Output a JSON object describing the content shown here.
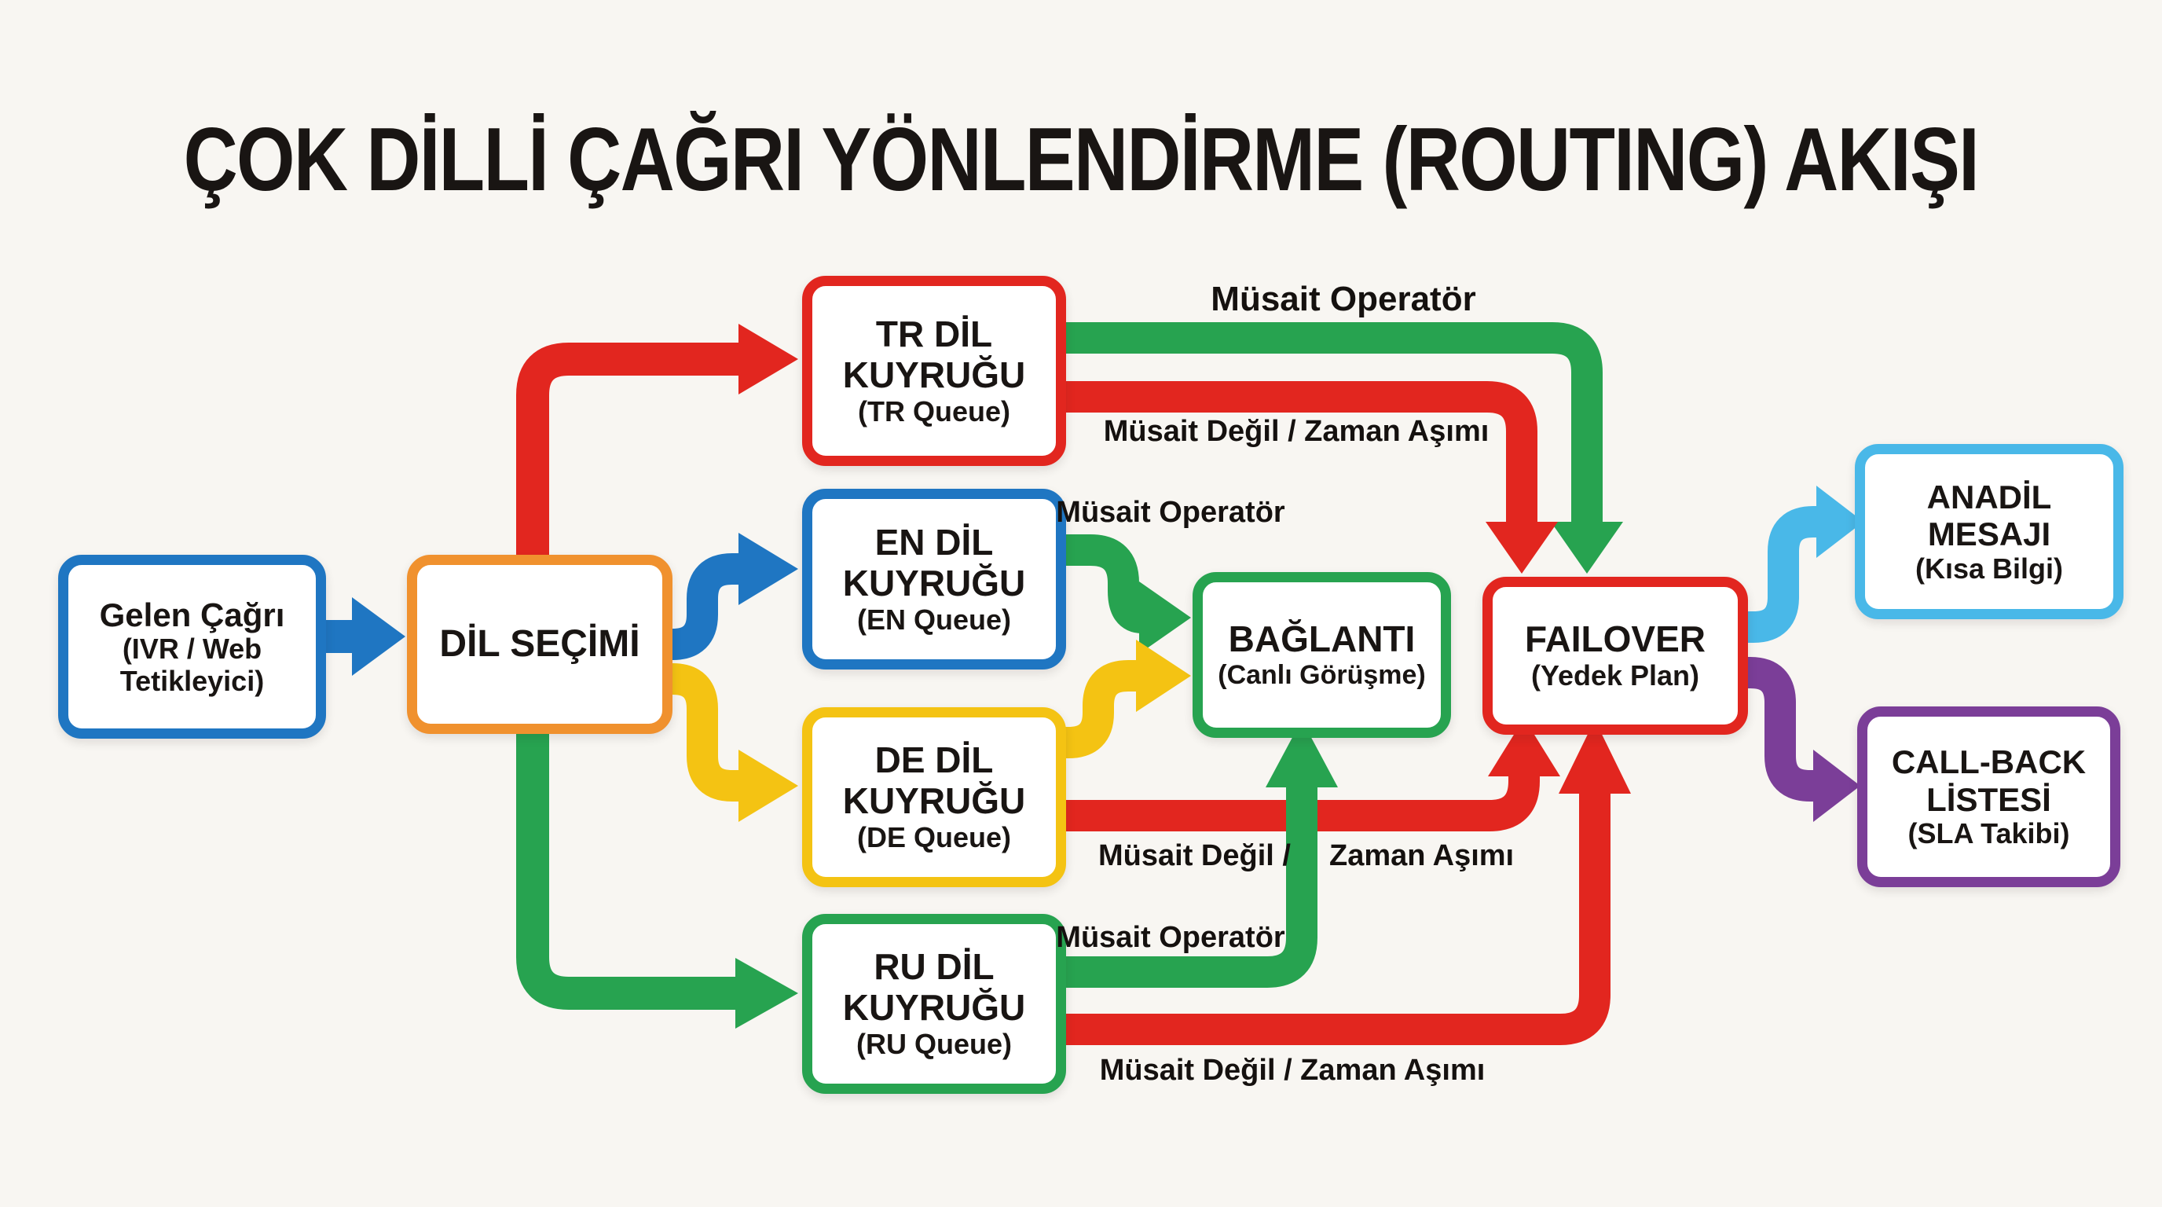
{
  "title": "ÇOK DİLLİ ÇAĞRI YÖNLENDİRME (ROUTING) AKIŞI",
  "nodes": {
    "gelen": {
      "lines": [
        "Gelen Çağrı",
        "(IVR / Web",
        "Tetikleyici)"
      ],
      "border_color": "#1f76c2"
    },
    "dil": {
      "lines": [
        "DİL SEÇİMİ"
      ],
      "border_color": "#f0912e"
    },
    "tr": {
      "lines": [
        "TR DİL",
        "KUYRUĞU",
        "(TR Queue)"
      ],
      "border_color": "#e2261f"
    },
    "en": {
      "lines": [
        "EN DİL",
        "KUYRUĞU",
        "(EN Queue)"
      ],
      "border_color": "#1f76c2"
    },
    "de": {
      "lines": [
        "DE DİL",
        "KUYRUĞU",
        "(DE Queue)"
      ],
      "border_color": "#f4c313"
    },
    "ru": {
      "lines": [
        "RU DİL",
        "KUYRUĞU",
        "(RU Queue)"
      ],
      "border_color": "#27a350"
    },
    "baglanti": {
      "lines": [
        "BAĞLANTI",
        "(Canlı Görüşme)"
      ],
      "border_color": "#27a350"
    },
    "failover": {
      "lines": [
        "FAILOVER",
        "(Yedek Plan)"
      ],
      "border_color": "#e2261f"
    },
    "anadil": {
      "lines": [
        "ANADİL",
        "MESAJI",
        "(Kısa Bilgi)"
      ],
      "border_color": "#49b8e8"
    },
    "callback": {
      "lines": [
        "CALL-BACK",
        "LİSTESİ",
        "(SLA Takibi)"
      ],
      "border_color": "#7b3e98"
    }
  },
  "edges": [
    {
      "from": "gelen",
      "to": "dil",
      "color": "blue"
    },
    {
      "from": "dil",
      "to": "tr",
      "color": "red"
    },
    {
      "from": "dil",
      "to": "en",
      "color": "blue"
    },
    {
      "from": "dil",
      "to": "de",
      "color": "yellow"
    },
    {
      "from": "dil",
      "to": "ru",
      "color": "green"
    },
    {
      "from": "tr",
      "to": "failover",
      "color": "green",
      "label": "Müsait Operatör"
    },
    {
      "from": "tr",
      "to": "failover",
      "color": "red",
      "label": "Müsait Değil / Zaman Aşımı"
    },
    {
      "from": "en",
      "to": "baglanti",
      "color": "green",
      "label": "Müsait Operatör"
    },
    {
      "from": "de",
      "to": "baglanti",
      "color": "yellow"
    },
    {
      "from": "de",
      "to": "failover",
      "color": "red",
      "label": "Müsait Değil / Zaman Aşımı",
      "label_left": "Müsait Değil /",
      "label_right": "Zaman Aşımı"
    },
    {
      "from": "ru",
      "to": "baglanti",
      "color": "green",
      "label": "Müsait Operatör"
    },
    {
      "from": "ru",
      "to": "failover",
      "color": "red",
      "label": "Müsait Değil / Zaman Aşımı"
    },
    {
      "from": "failover",
      "to": "anadil",
      "color": "lightblue"
    },
    {
      "from": "failover",
      "to": "callback",
      "color": "purple"
    }
  ],
  "colors": {
    "red": "#e2261f",
    "green": "#27a350",
    "blue": "#1f76c2",
    "lightblue": "#49b8e8",
    "yellow": "#f4c313",
    "orange": "#f0912e",
    "purple": "#7b3e98",
    "ink": "#191513",
    "background": "#f8f6f2"
  }
}
